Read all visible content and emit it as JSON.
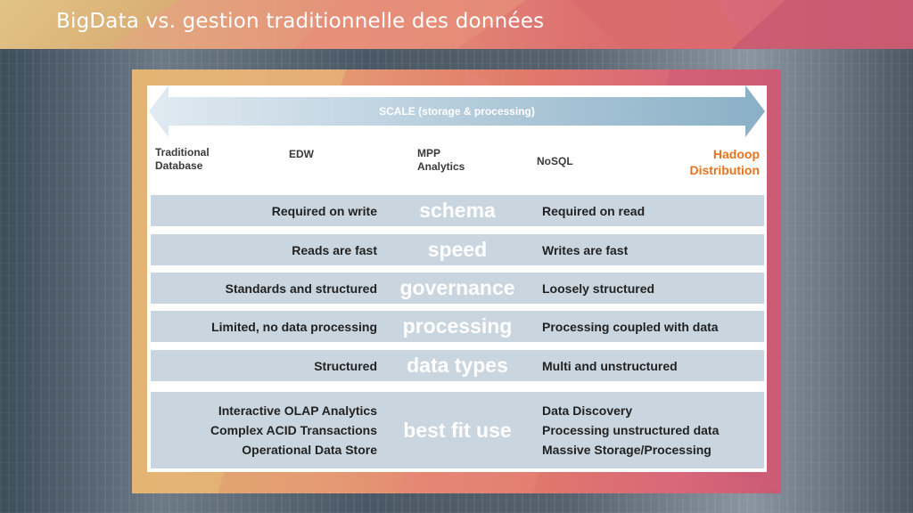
{
  "slide": {
    "title": "BigData vs. gestion traditionnelle des données"
  },
  "diagram": {
    "scale_label": "SCALE (storage & processing)",
    "columns": [
      "Traditional\nDatabase",
      "EDW",
      "MPP\nAnalytics",
      "NoSQL",
      "Hadoop\nDistribution"
    ],
    "columns_flat": {
      "traditional_l1": "Traditional",
      "traditional_l2": "Database",
      "edw": "EDW",
      "mpp_l1": "MPP",
      "mpp_l2": "Analytics",
      "nosql": "NoSQL",
      "hadoop_l1": "Hadoop",
      "hadoop_l2": "Distribution"
    },
    "rows": [
      {
        "left": "Required on write",
        "center": "schema",
        "right": "Required on read"
      },
      {
        "left": "Reads are fast",
        "center": "speed",
        "right": "Writes are fast"
      },
      {
        "left": "Standards and structured",
        "center": "governance",
        "right": "Loosely structured"
      },
      {
        "left": "Limited, no data processing",
        "center": "processing",
        "right": "Processing coupled with data"
      },
      {
        "left": "Structured",
        "center": "data types",
        "right": "Multi and unstructured"
      }
    ],
    "best_fit": {
      "center": "best fit use",
      "left": [
        "Interactive OLAP Analytics",
        "Complex ACID Transactions",
        "Operational Data Store"
      ],
      "right": [
        "Data Discovery",
        "Processing unstructured data",
        "Massive Storage/Processing"
      ]
    },
    "colors": {
      "row_bg": "#cad6df",
      "center_text": "#ffffff",
      "hadoop": "#e8731c",
      "arrow_left": "#dce7ef",
      "arrow_right": "#8fb4ca"
    }
  }
}
